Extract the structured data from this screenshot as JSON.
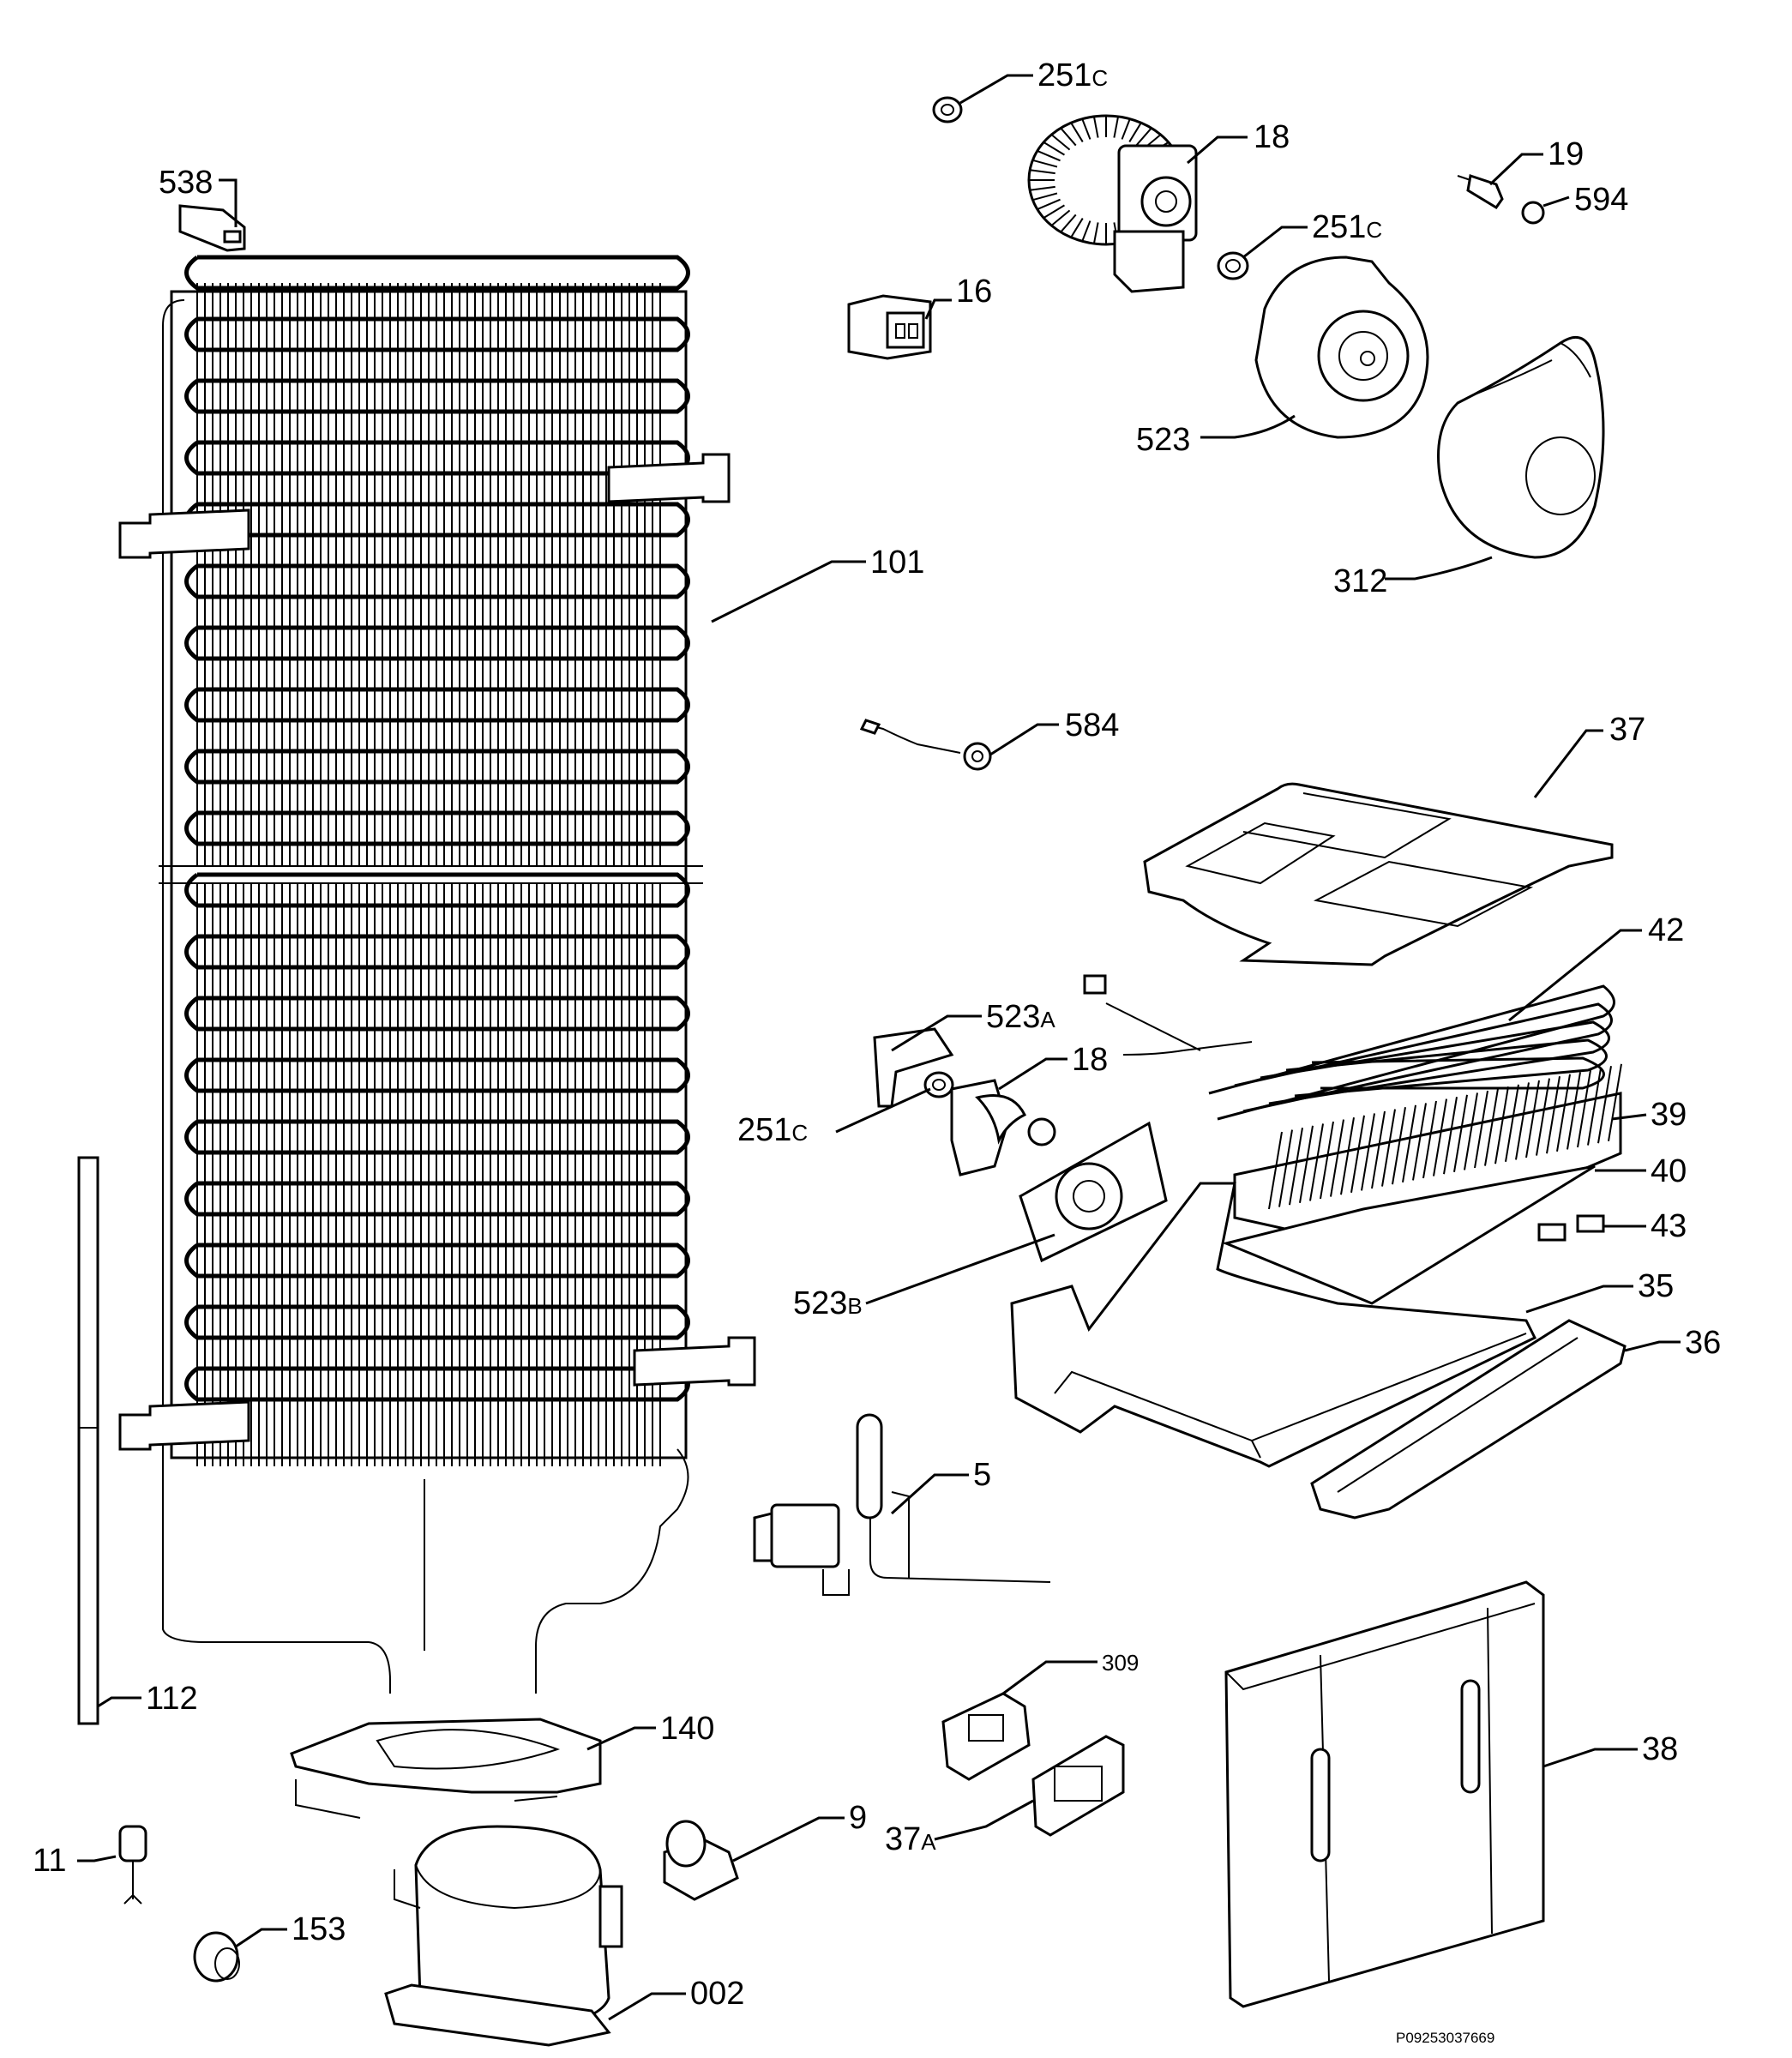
{
  "diagram": {
    "reference": "P09253037669",
    "labels": {
      "p538": "538",
      "p251c_top": {
        "num": "251",
        "suffix": "C"
      },
      "p18_top": "18",
      "p19": "19",
      "p594": "594",
      "p16": "16",
      "p251c_mid": {
        "num": "251",
        "suffix": "C"
      },
      "p523": "523",
      "p312": "312",
      "p101": "101",
      "p584": "584",
      "p37": "37",
      "p42": "42",
      "p523a": {
        "num": "523",
        "suffix": "A"
      },
      "p18_low": "18",
      "p251c_low": {
        "num": "251",
        "suffix": "C"
      },
      "p39": "39",
      "p40": "40",
      "p43": "43",
      "p523b": {
        "num": "523",
        "suffix": "B"
      },
      "p35": "35",
      "p36": "36",
      "p5": "5",
      "p112": "112",
      "p140": "140",
      "p309": "309",
      "p38": "38",
      "p9": "9",
      "p37a": {
        "num": "37",
        "suffix": "A"
      },
      "p11": "11",
      "p153": "153",
      "p002": "002"
    }
  }
}
